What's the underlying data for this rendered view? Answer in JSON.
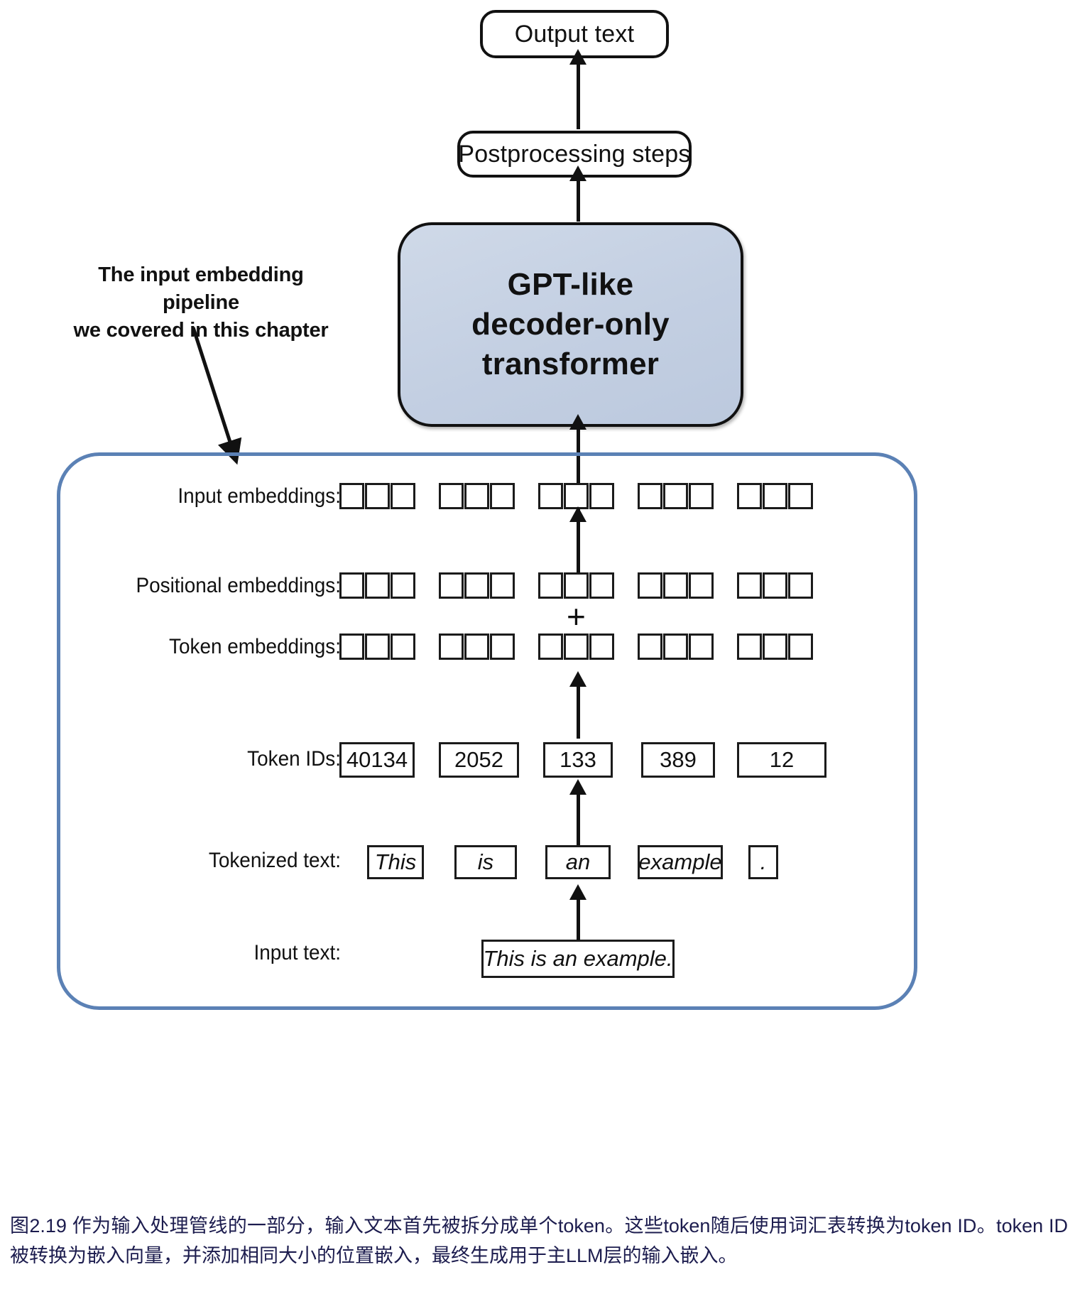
{
  "diagram": {
    "top_boxes": {
      "output_text": "Output text",
      "postprocessing": "Postprocessing steps",
      "gpt_line1": "GPT-like",
      "gpt_line2": "decoder-only",
      "gpt_line3": "transformer"
    },
    "annotation": {
      "line1": "The input embedding pipeline",
      "line2": "we covered in this chapter"
    },
    "rows": {
      "input_embeddings_label": "Input embeddings:",
      "positional_embeddings_label": "Positional embeddings:",
      "token_embeddings_label": "Token embeddings:",
      "token_ids_label": "Token IDs:",
      "tokenized_text_label": "Tokenized text:",
      "input_text_label": "Input text:"
    },
    "plus_symbol": "+",
    "embedding_cells_per_group": 3,
    "embedding_groups": 5,
    "token_ids": [
      "40134",
      "2052",
      "133",
      "389",
      "12"
    ],
    "tokenized_text": [
      "This",
      "is",
      "an",
      "example",
      "."
    ],
    "input_text": "This is an example.",
    "colors": {
      "gpt_box_fill": "#c5d0e0",
      "container_border": "#5b81b5",
      "stroke": "#111111",
      "caption_text": "#1c1c4e",
      "background": "#ffffff"
    }
  },
  "caption": {
    "text": "图2.19 作为输入处理管线的一部分，输入文本首先被拆分成单个token。这些token随后使用词汇表转换为token ID。token ID被转换为嵌入向量，并添加相同大小的位置嵌入，最终生成用于主LLM层的输入嵌入。"
  }
}
